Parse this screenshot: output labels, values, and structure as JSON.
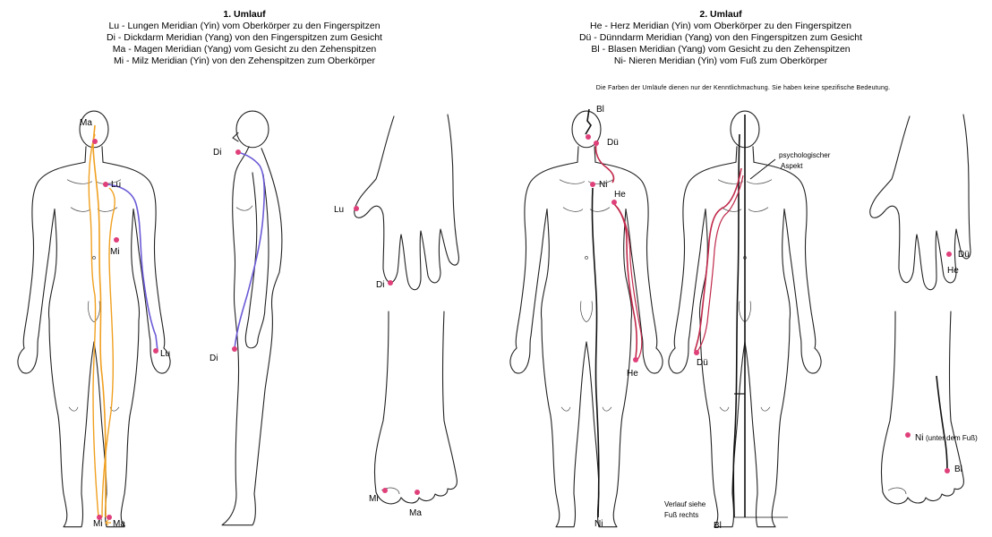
{
  "colors": {
    "lung": "#6b5bd6",
    "stomach": "#f0a020",
    "heart": "#c0284a",
    "bladder": "#111111",
    "point": "#e0407a"
  },
  "circuit1": {
    "title": "1. Umlauf",
    "lines": [
      "Lu - Lungen Meridian (Yin) vom Oberkörper zu den Fingerspitzen",
      "Di - Dickdarm Meridian (Yang) von den Fingerspitzen zum Gesicht",
      "Ma - Magen Meridian (Yang) vom Gesicht zu den Zehenspitzen",
      "Mi - Milz Meridian (Yin) von den Zehenspitzen zum Oberkörper"
    ]
  },
  "circuit2": {
    "title": "2. Umlauf",
    "lines": [
      "He - Herz Meridian (Yin) vom Oberkörper zu den Fingerspitzen",
      "Dü - Dünndarm Meridian (Yang) von den Fingerspitzen zum Gesicht",
      "Bl - Blasen Meridian (Yang) vom Gesicht zu den Zehenspitzen",
      "Ni- Nieren Meridian (Yin) vom Fuß zum Oberkörper"
    ]
  },
  "note": "Die Farben der Umläufe dienen nur der Kenntlichmachung. Sie haben keine spezifische Bedeutung.",
  "labels": {
    "ma_head": "Ma",
    "lu_chest": "Lu",
    "mi_torso": "Mi",
    "lu_hand": "Lu",
    "mi_ma_feet": "Mi",
    "ma_feet": "Ma",
    "di_face": "Di",
    "di_hand": "Di",
    "lu_thumb": "Lu",
    "di_finger": "Di",
    "mi_toe": "Mi",
    "ma_toe": "Ma",
    "bl_head": "Bl",
    "du_face": "Dü",
    "ni_chest": "Ni",
    "he_chest": "He",
    "he_hand": "He",
    "ni_foot": "Ni",
    "psych": "psychologischer",
    "psych2": "Aspekt",
    "du_back_hand": "Dü",
    "verlauf1": "Verlauf siehe",
    "verlauf2": "Fuß rechts",
    "bl_back_foot": "Bl",
    "du_pinky": "Dü",
    "he_pinky": "He",
    "ni_sole": "Ni",
    "ni_sole_note": "(unter dem Fuß)",
    "bl_toe": "Bl"
  }
}
